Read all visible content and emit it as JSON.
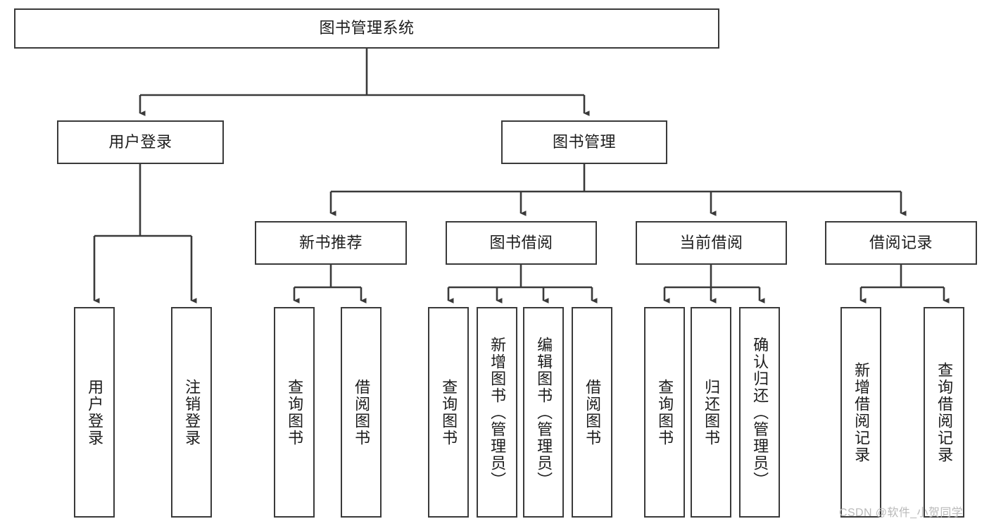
{
  "diagram": {
    "type": "tree-hierarchy-diagram",
    "title": "图书管理系统",
    "colors": {
      "box_border": "#3a3a3a",
      "box_fill": "#ffffff",
      "line": "#3a3a3a",
      "text": "#1c1c1c",
      "watermark": "#b9b9b9",
      "background": "#ffffff"
    },
    "root": {
      "label": "图书管理系统"
    },
    "level1": [
      {
        "label": "用户登录"
      },
      {
        "label": "图书管理"
      }
    ],
    "level2": [
      {
        "label": "新书推荐"
      },
      {
        "label": "图书借阅"
      },
      {
        "label": "当前借阅"
      },
      {
        "label": "借阅记录"
      }
    ],
    "leaves": {
      "user_login": [
        {
          "label": "用户登录"
        },
        {
          "label": "注销登录"
        }
      ],
      "new_book_recommend": [
        {
          "label": "查询图书"
        },
        {
          "label": "借阅图书"
        }
      ],
      "book_borrow": [
        {
          "label": "查询图书"
        },
        {
          "label": "新增图书（管理员）"
        },
        {
          "label": "编辑图书（管理员）"
        },
        {
          "label": "借阅图书"
        }
      ],
      "current_borrow": [
        {
          "label": "查询图书"
        },
        {
          "label": "归还图书"
        },
        {
          "label": "确认归还（管理员）"
        }
      ],
      "borrow_record": [
        {
          "label": "新增借阅记录"
        },
        {
          "label": "查询借阅记录"
        }
      ]
    }
  },
  "watermark": {
    "text": "CSDN @软件_小贺同学"
  }
}
